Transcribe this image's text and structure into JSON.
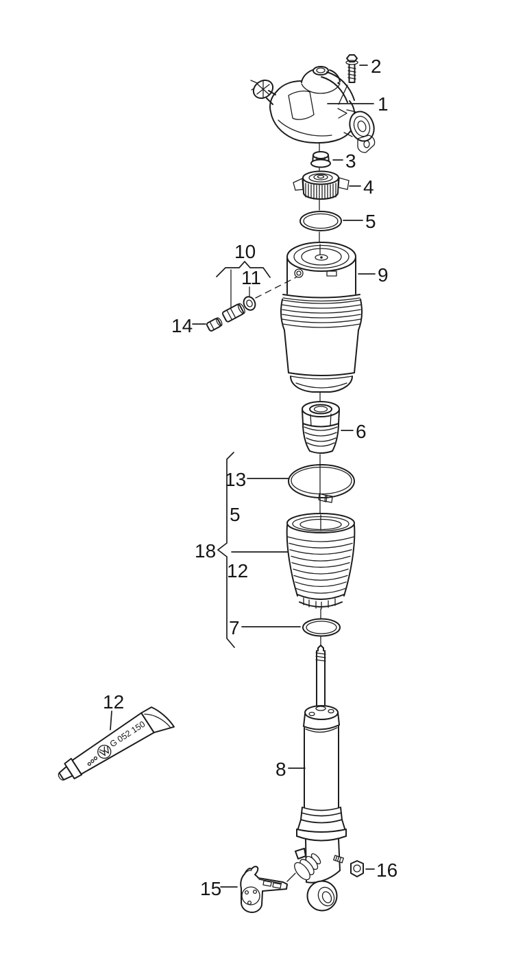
{
  "figure": {
    "type": "exploded-parts-diagram",
    "subject": "air suspension strut assembly",
    "background_color": "#ffffff",
    "line_color": "#1c1c1c"
  },
  "callouts": {
    "top_bolt": "2",
    "top_mount": "1",
    "hex_nut": "3",
    "toothed_seat": "4",
    "upper_oring": "5",
    "air_spring": "9",
    "valve_group": "10",
    "valve_seal": "11",
    "valve_cap": "14",
    "bump_stop": "6",
    "clamp_ring": "13",
    "kit_oring": "5",
    "repair_kit": "18",
    "boot": "12",
    "lower_oring": "7",
    "shock_absorber": "8",
    "sealant_tube": "12",
    "lower_bracket": "15",
    "lower_nut": "16"
  },
  "sealant_tube": {
    "part_code": "G 052 150",
    "logo": "VW"
  }
}
